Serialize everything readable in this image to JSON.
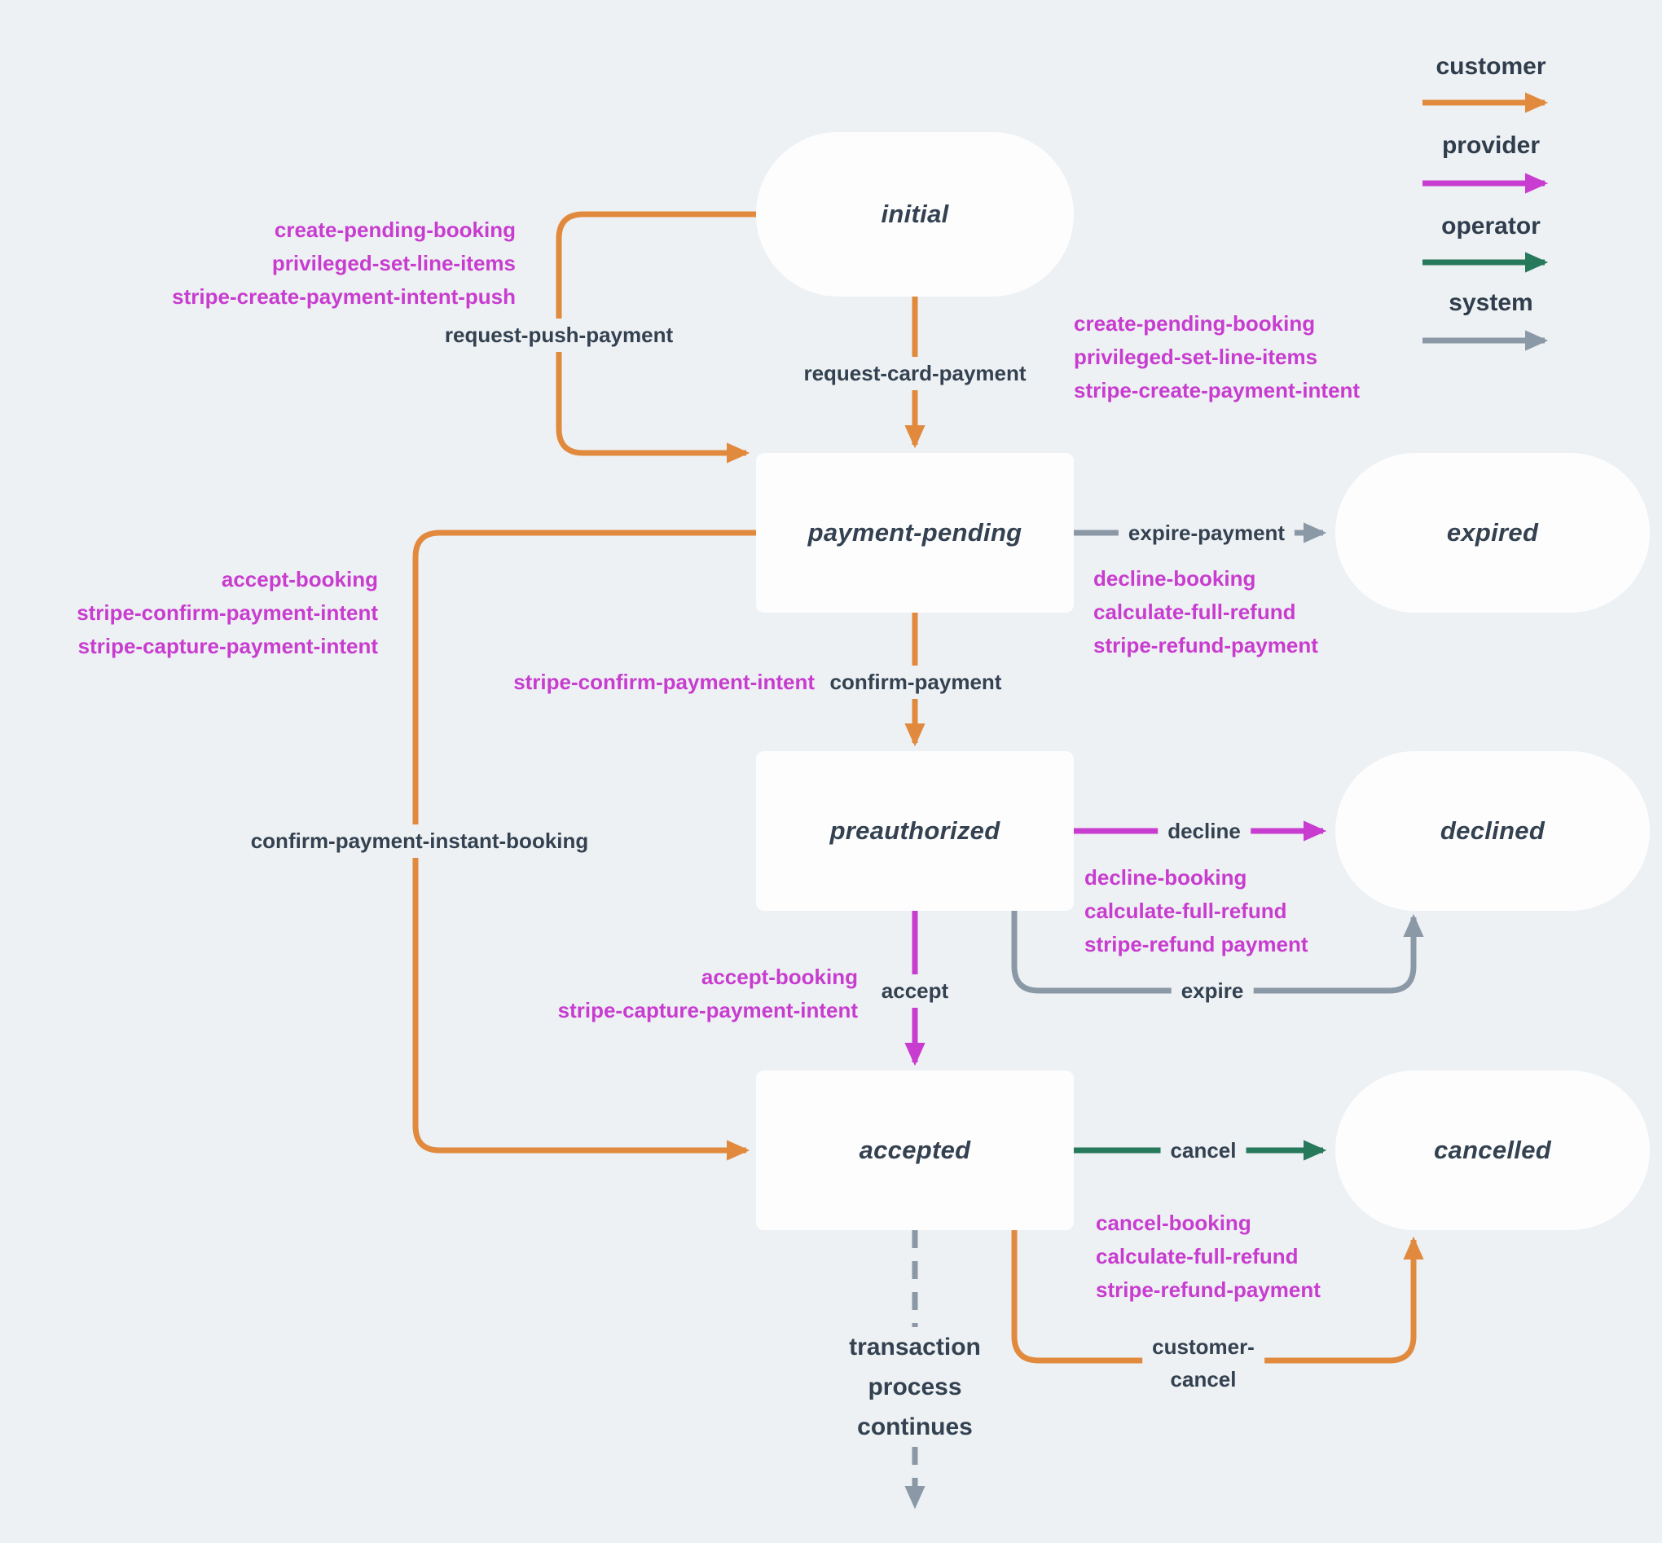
{
  "colors": {
    "background": "#edf1f4",
    "node_fill": "#fdfdfe",
    "text_dark": "#334150",
    "customer": "#e18a3d",
    "provider": "#c83ccf",
    "operator": "#27795b",
    "system": "#8b98a5"
  },
  "legend": {
    "customer": "customer",
    "provider": "provider",
    "operator": "operator",
    "system": "system"
  },
  "states": {
    "initial": "initial",
    "payment_pending": "payment-pending",
    "expired": "expired",
    "preauthorized": "preauthorized",
    "declined": "declined",
    "accepted": "accepted",
    "cancelled": "cancelled"
  },
  "transitions": {
    "request_push_payment": "request-push-payment",
    "request_card_payment": "request-card-payment",
    "expire_payment": "expire-payment",
    "confirm_payment": "confirm-payment",
    "confirm_payment_instant_booking": "confirm-payment-instant-booking",
    "decline": "decline",
    "accept": "accept",
    "expire": "expire",
    "cancel": "cancel",
    "customer_cancel": [
      "customer-",
      "cancel"
    ],
    "transaction_continues": [
      "transaction",
      "process",
      "continues"
    ]
  },
  "actions": {
    "push": [
      "create-pending-booking",
      "privileged-set-line-items",
      "stripe-create-payment-intent-push"
    ],
    "card": [
      "create-pending-booking",
      "privileged-set-line-items",
      "stripe-create-payment-intent"
    ],
    "expire_payment": [
      "decline-booking",
      "calculate-full-refund",
      "stripe-refund-payment"
    ],
    "instant": [
      "accept-booking",
      "stripe-confirm-payment-intent",
      "stripe-capture-payment-intent"
    ],
    "confirm": "stripe-confirm-payment-intent",
    "decline": [
      "decline-booking",
      "calculate-full-refund",
      "stripe-refund payment"
    ],
    "accept": [
      "accept-booking",
      "stripe-capture-payment-intent"
    ],
    "cancel": [
      "cancel-booking",
      "calculate-full-refund",
      "stripe-refund-payment"
    ]
  }
}
